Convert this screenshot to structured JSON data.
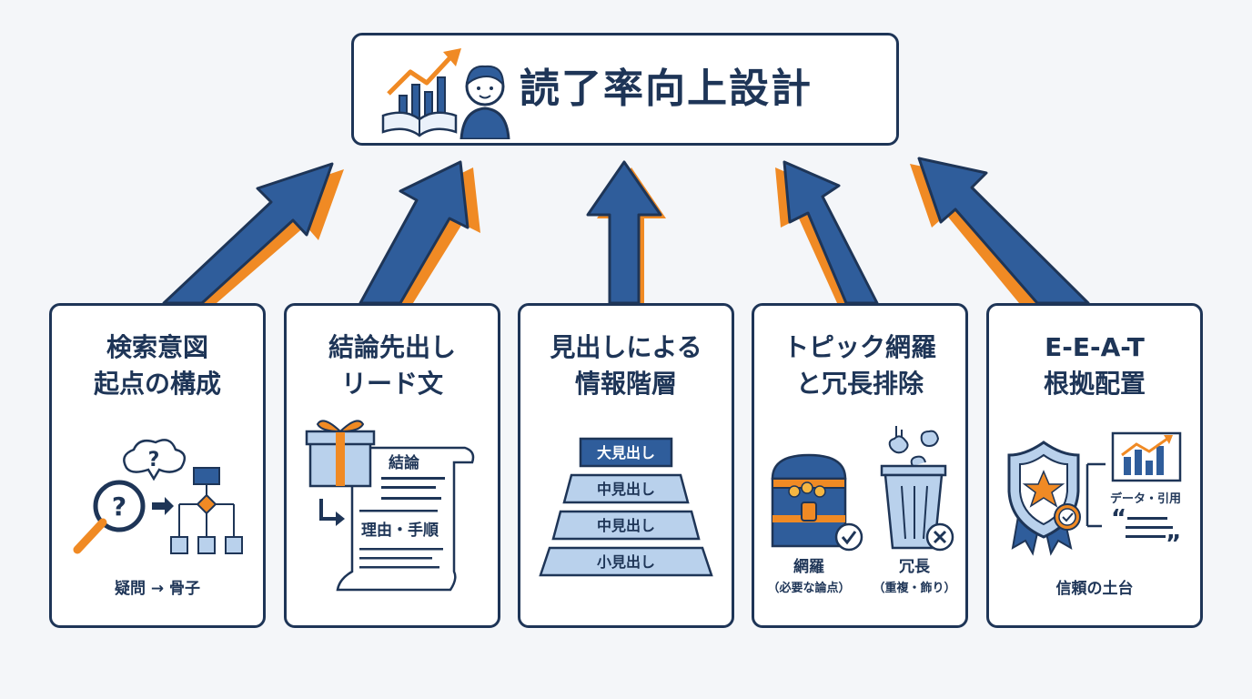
{
  "title": "読了率向上設計",
  "colors": {
    "navy": "#1e3557",
    "blue": "#2f5d9b",
    "light_blue": "#b9d1ec",
    "orange": "#f08a24"
  },
  "cards": [
    {
      "line1": "検索意図",
      "line2": "起点の構成",
      "caption": "疑問 → 骨子",
      "icon": "question-to-structure-icon"
    },
    {
      "line1": "結論先出し",
      "line2": "リード文",
      "label_a": "結論",
      "label_b": "理由・手順",
      "icon": "gift-scroll-icon"
    },
    {
      "line1": "見出しによる",
      "line2": "情報階層",
      "levels": [
        "大見出し",
        "中見出し",
        "中見出し",
        "小見出し"
      ],
      "icon": "heading-pyramid-icon"
    },
    {
      "line1": "トピック網羅",
      "line2": "と冗長排除",
      "label_a": "網羅",
      "label_a_sub": "（必要な論点）",
      "label_b": "冗長",
      "label_b_sub": "（重複・飾り）",
      "icon": "treasure-trash-icon"
    },
    {
      "line1": "E-E-A-T",
      "line2": "根拠配置",
      "label_a": "データ・引用",
      "caption": "信頼の土台",
      "icon": "shield-badge-icon"
    }
  ]
}
